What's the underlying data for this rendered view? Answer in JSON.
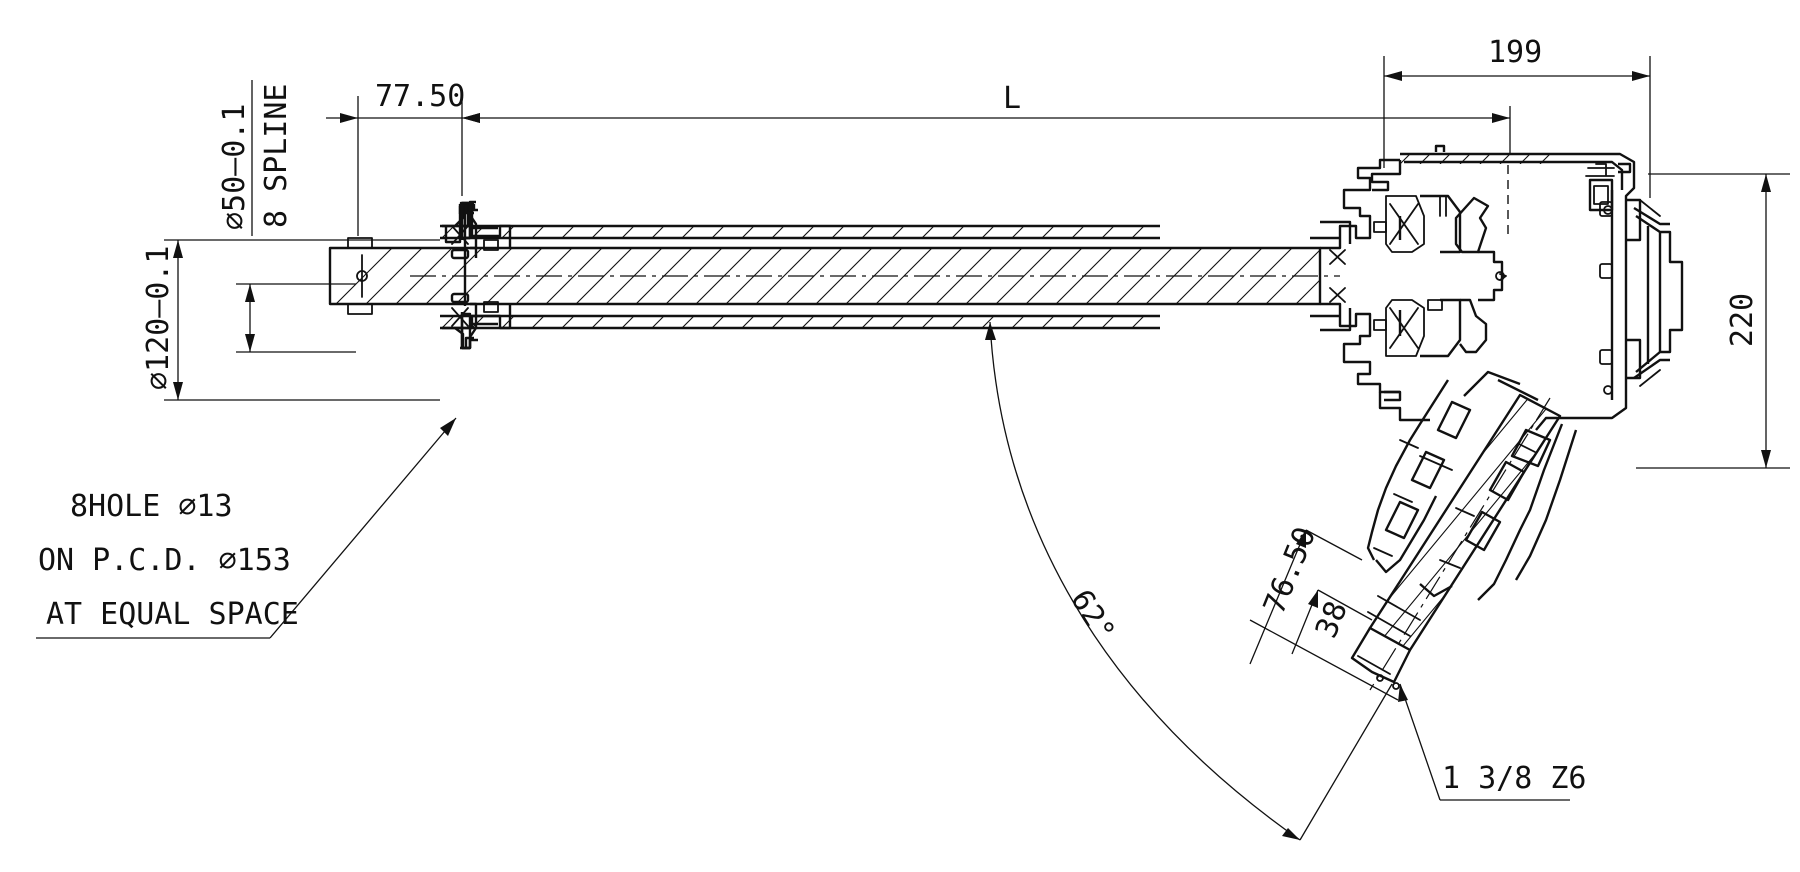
{
  "dimensions": {
    "flange_offset": "77.50",
    "shaft_length": "L",
    "housing_width": "199",
    "housing_height": "220",
    "spline_diameter": "∅50—0.1",
    "spline_spec": "8 SPLINE",
    "flange_diameter": "∅120—0.1",
    "output_offset": "76.50",
    "output_spline_length": "38",
    "angle": "62°",
    "output_spline": "1 3/8 Z6"
  },
  "notes": {
    "hole_line1": "8HOLE ∅13",
    "hole_line2": "ON P.C.D. ∅153",
    "hole_line3": "AT EQUAL SPACE"
  }
}
